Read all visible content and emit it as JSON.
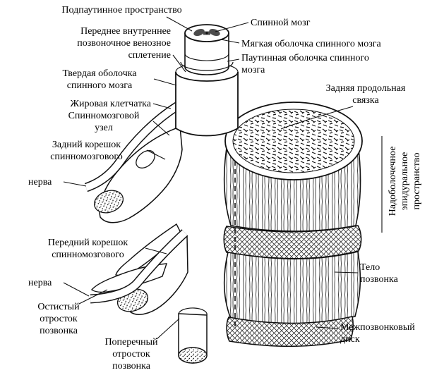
{
  "diagram": {
    "background_color": "#ffffff",
    "ink_color": "#111111",
    "labels": [
      {
        "id": "subarachnoid-space",
        "text": "Подпаутинное пространство"
      },
      {
        "id": "spinal-cord",
        "text": "Спинной мозг"
      },
      {
        "id": "anterior-internal-vertebral-venous-plexus",
        "text": "Переднее внутреннее\nпозвоночное венозное\nсплетение"
      },
      {
        "id": "pia-mater",
        "text": "Мягкая оболочка спинного мозга"
      },
      {
        "id": "arachnoid-mater",
        "text": "Паутинная оболочка спинного\nмозга"
      },
      {
        "id": "dura-mater",
        "text": "Твердая оболочка\nспинного мозга"
      },
      {
        "id": "posterior-longitudinal-ligament",
        "text": "Задняя продольная\nсвязка"
      },
      {
        "id": "fatty-tissue",
        "text": "Жировая клетчатка"
      },
      {
        "id": "spinal-ganglion",
        "text": "Спинномозговой\nузел"
      },
      {
        "id": "dorsal-root-of-spinal-nerve",
        "text": "Задний корешок\nспинномозгового"
      },
      {
        "id": "dorsal-root-nerve-word",
        "text": "нерва"
      },
      {
        "id": "epidural-space",
        "text": "Надоболочечное\nэпидуральное\nпространство"
      },
      {
        "id": "ventral-root-of-spinal-nerve",
        "text": "Передний корешок\nспинномозгового"
      },
      {
        "id": "ventral-root-nerve-word",
        "text": "нерва"
      },
      {
        "id": "vertebral-body",
        "text": "Тело\nпозвонка"
      },
      {
        "id": "spinous-process",
        "text": "Остистый\nотросток\nпозвонка"
      },
      {
        "id": "intervertebral-disc",
        "text": "Межпозвонковый\nдиск"
      },
      {
        "id": "transverse-process",
        "text": "Поперечный\nотросток\nпозвонка"
      }
    ]
  }
}
